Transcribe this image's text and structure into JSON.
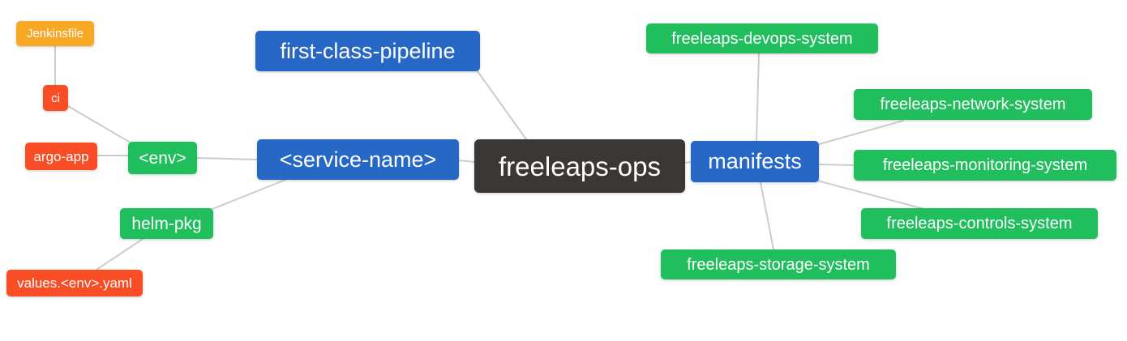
{
  "canvas": {
    "background": "#ffffff",
    "edge_line_color": "#cccccc"
  },
  "colors": {
    "root": "#3b3735",
    "primary_branch": "#2767c5",
    "secondary_branch": "#21be5e",
    "leaf_red": "#f94d26",
    "leaf_orange": "#f9a825",
    "text": "#ffffff"
  },
  "nodes": [
    {
      "id": "jenkinsfile",
      "label": "Jenkinsfile",
      "color": "#f9a825"
    },
    {
      "id": "ci",
      "label": "ci",
      "color": "#f94d26"
    },
    {
      "id": "argo-app",
      "label": "argo-app",
      "color": "#f94d26"
    },
    {
      "id": "env",
      "label": "<env>",
      "color": "#21be5e"
    },
    {
      "id": "helm-pkg",
      "label": "helm-pkg",
      "color": "#21be5e"
    },
    {
      "id": "values-env-yaml",
      "label": "values.<env>.yaml",
      "color": "#f94d26"
    },
    {
      "id": "first-class-pipeline",
      "label": "first-class-pipeline",
      "color": "#2767c5"
    },
    {
      "id": "service-name",
      "label": "<service-name>",
      "color": "#2767c5"
    },
    {
      "id": "freeleaps-ops",
      "label": "freeleaps-ops",
      "color": "#3b3735"
    },
    {
      "id": "manifests",
      "label": "manifests",
      "color": "#2767c5"
    },
    {
      "id": "freeleaps-devops-system",
      "label": "freeleaps-devops-system",
      "color": "#21be5e"
    },
    {
      "id": "freeleaps-network-system",
      "label": "freeleaps-network-system",
      "color": "#21be5e"
    },
    {
      "id": "freeleaps-monitoring-system",
      "label": "freeleaps-monitoring-system",
      "color": "#21be5e"
    },
    {
      "id": "freeleaps-controls-system",
      "label": "freeleaps-controls-system",
      "color": "#21be5e"
    },
    {
      "id": "freeleaps-storage-system",
      "label": "freeleaps-storage-system",
      "color": "#21be5e"
    }
  ],
  "edges": [
    {
      "from": "jenkinsfile",
      "to": "ci"
    },
    {
      "from": "ci",
      "to": "env"
    },
    {
      "from": "argo-app",
      "to": "env"
    },
    {
      "from": "env",
      "to": "service-name"
    },
    {
      "from": "helm-pkg",
      "to": "service-name"
    },
    {
      "from": "helm-pkg",
      "to": "values-env-yaml"
    },
    {
      "from": "first-class-pipeline",
      "to": "freeleaps-ops"
    },
    {
      "from": "service-name",
      "to": "freeleaps-ops"
    },
    {
      "from": "freeleaps-ops",
      "to": "manifests"
    },
    {
      "from": "manifests",
      "to": "freeleaps-devops-system"
    },
    {
      "from": "manifests",
      "to": "freeleaps-network-system"
    },
    {
      "from": "manifests",
      "to": "freeleaps-monitoring-system"
    },
    {
      "from": "manifests",
      "to": "freeleaps-controls-system"
    },
    {
      "from": "manifests",
      "to": "freeleaps-storage-system"
    }
  ]
}
